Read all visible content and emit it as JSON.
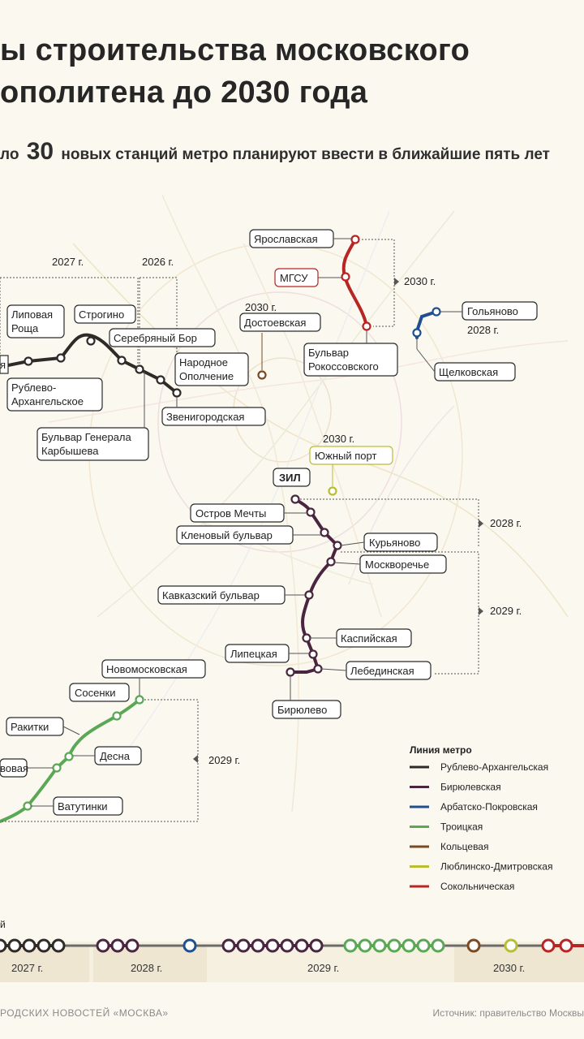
{
  "title_line1": "ы строительства московского",
  "title_line2": "ополитена до 2030 года",
  "subtitle": {
    "pre": "ло",
    "number": "30",
    "post": "новых станций метро планируют ввести в ближайшие пять лет"
  },
  "stations": {
    "yaroslavskaya": "Ярославская",
    "mgsu": "МГСУ",
    "bulvar_rokossovskogo": "Бульвар\nРокоссовского",
    "dostoevskaya": "Достоевская",
    "golyanovo": "Гольяново",
    "shchelkovskaya": "Щелковская",
    "lipovaya_roshcha": "Липовая\nРоща",
    "strogino": "Строгино",
    "serebryany_bor": "Серебряный Бор",
    "narodnoe_opolchenie": "Народное\nОполчение",
    "rublevo_arkhangelskoe": "Рублево-\nАрхангельское",
    "zvenigorodskaya": "Звенигородская",
    "bulvar_karbysheva": "Бульвар Генерала\nКарбышева",
    "yuzhny_port": "Южный порт",
    "zil": "ЗИЛ",
    "ostrov_mechty": "Остров Мечты",
    "klenovy_bulvar": "Кленовый бульвар",
    "kuryanovo": "Курьяново",
    "moskvorechye": "Москворечье",
    "kavkazsky_bulvar": "Кавказский бульвар",
    "kaspiyskaya": "Каспийская",
    "lipetskaya": "Липецкая",
    "lebedinskaya": "Лебединская",
    "biryulevo": "Бирюлево",
    "novomoskovskaya": "Новомосковская",
    "sosenki": "Сосенки",
    "rakitki": "Ракитки",
    "desna": "Десна",
    "vova": "вовая",
    "vatutinki": "Ватутинки"
  },
  "years": {
    "y2027": "2027 г.",
    "y2026": "2026 г.",
    "y2030_sok": "2030 г.",
    "y2030_dost": "2030 г.",
    "y2028_ap": "2028 г.",
    "y2030_lub": "2030 г.",
    "y2028_bir": "2028 г.",
    "y2029_bir": "2029 г.",
    "y2029_tr": "2029 г."
  },
  "legend": {
    "title": "Линия метро",
    "items": [
      {
        "name": "Рублево-Архангельская",
        "color": "#2f2a27"
      },
      {
        "name": "Бирюлевская",
        "color": "#4a2540"
      },
      {
        "name": "Арбатско-Покровская",
        "color": "#1f4f8f"
      },
      {
        "name": "Троицкая",
        "color": "#5aa855"
      },
      {
        "name": "Кольцевая",
        "color": "#7a4a22"
      },
      {
        "name": "Люблинско-Дмитровская",
        "color": "#b9bd32"
      },
      {
        "name": "Сокольническая",
        "color": "#b82525"
      }
    ]
  },
  "timeline": {
    "corner_label": "й",
    "years": [
      "2027 г.",
      "2028 г.",
      "2029 г.",
      "2030 г."
    ]
  },
  "footer": {
    "left": "РОДСКИХ НОВОСТЕЙ «МОСКВА»",
    "right": "Источник: правительство Москвы"
  },
  "colors": {
    "rublevo": "#2f2a27",
    "biryulevo": "#4a2540",
    "arbatsko": "#1f4f8f",
    "troitskaya": "#5aa855",
    "koltsevaya": "#7a4a22",
    "lyublinsko": "#b9bd32",
    "sokolnicheskaya": "#b82525",
    "background": "#fbf8ef"
  }
}
